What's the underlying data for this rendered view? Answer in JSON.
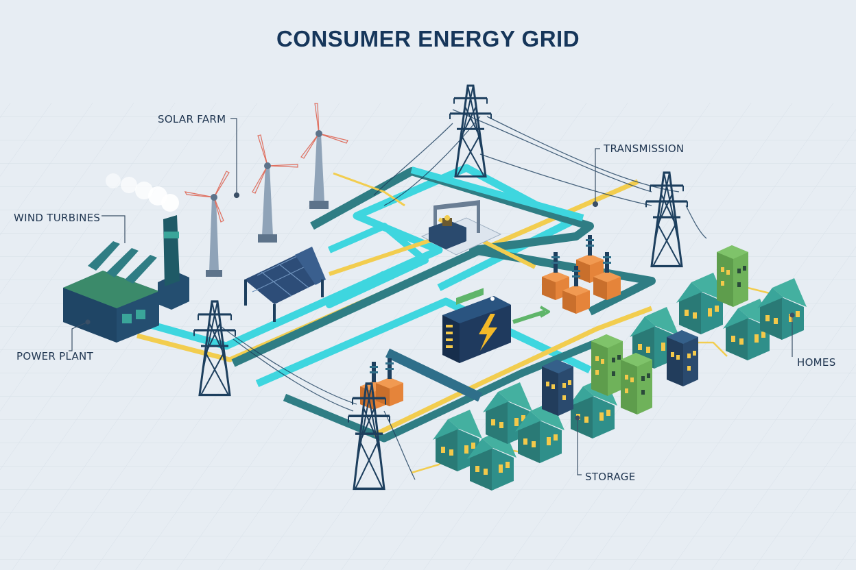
{
  "title": "CONSUMER ENERGY GRID",
  "labels": {
    "solar_farm": "SOLAR FARM",
    "wind_turbines": "WIND TURBINES",
    "power_plant": "POWER PLANT",
    "transmission": "TRANSMISSION",
    "homes": "HOMES",
    "storage": "STORAGE"
  },
  "colors": {
    "background": "#e7edf3",
    "teal_line": "#2f7d84",
    "cyan_line": "#3ed6df",
    "yellow_line": "#f2cd4f",
    "navy": "#1d3f5e",
    "house_teal": "#2f8f8a",
    "house_green": "#6fb25a",
    "substation_orange": "#e5843a",
    "window_yellow": "#f4c94a",
    "battery_bolt": "#f4b928"
  },
  "icons": [
    "lightning-bolt-icon",
    "power-plant-icon",
    "wind-turbine-icon",
    "solar-panel-icon",
    "transmission-tower-icon",
    "transformer-icon",
    "battery-icon",
    "house-icon"
  ]
}
